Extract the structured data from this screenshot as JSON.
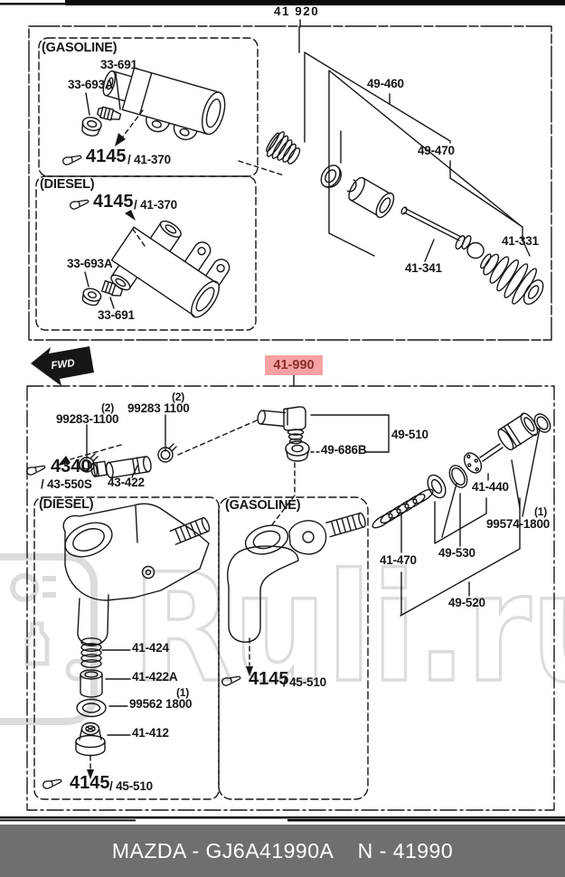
{
  "page": {
    "background": "#ffffff"
  },
  "top_section": {
    "dimension_label": "41 920",
    "gasoline_box": {
      "title": "(GASOLINE)",
      "bleeder_screw": "33-691",
      "cap": "33-693A",
      "ref_code": "4145",
      "ref_page": "/ 41-370"
    },
    "diesel_box": {
      "title": "(DIESEL)",
      "ref_code": "4145",
      "ref_page": "/ 41-370",
      "cap": "33-693A",
      "bleeder_screw": "33-691"
    },
    "labels": {
      "boot_kit": "49-460",
      "pipe_kit": "49-470",
      "boot": "41-331",
      "push_rod": "41-341"
    }
  },
  "fwd_marker": {
    "label": "FWD"
  },
  "main_group_label": {
    "text": "41-990",
    "highlight_bg": "#f6a2a2",
    "text_color": "#8a2e2e"
  },
  "lower_section": {
    "clamp_left": {
      "qty": "(2)",
      "part_no": "99283-1100"
    },
    "clamp_right": {
      "qty": "(2)",
      "part_no": "99283 1100"
    },
    "hose_ref": {
      "ref_code": "4340",
      "ref_page": "/ 43-550S"
    },
    "labels": {
      "hose": "43-422",
      "pipe_joint_kit": "49-510",
      "joint_nut": "49-686B",
      "piston": "41-440",
      "spring": "41-470",
      "cup_kit": "49-530",
      "repair_kit": "49-520"
    },
    "washer_ring": {
      "qty": "(1)",
      "part_no": "99574-1800"
    },
    "diesel_box": {
      "title": "(DIESEL)",
      "spring": "41-424",
      "bushing": "41-422A",
      "washer_qty": "(1)",
      "washer": "99562 1800",
      "valve_cap": "41-412",
      "ref_code": "4145",
      "ref_page": "/ 45-510"
    },
    "gasoline_box": {
      "title": "(GASOLINE)",
      "ref_code": "4145",
      "ref_page": "/ 45-510"
    }
  },
  "watermark": {
    "text": "Ruli.ru",
    "color": "#dcdcdc"
  },
  "footer": {
    "text": "MAZDA - GJ6A41990A    N - 41990",
    "background": "#6f6f6f",
    "text_color": "#ffffff"
  }
}
